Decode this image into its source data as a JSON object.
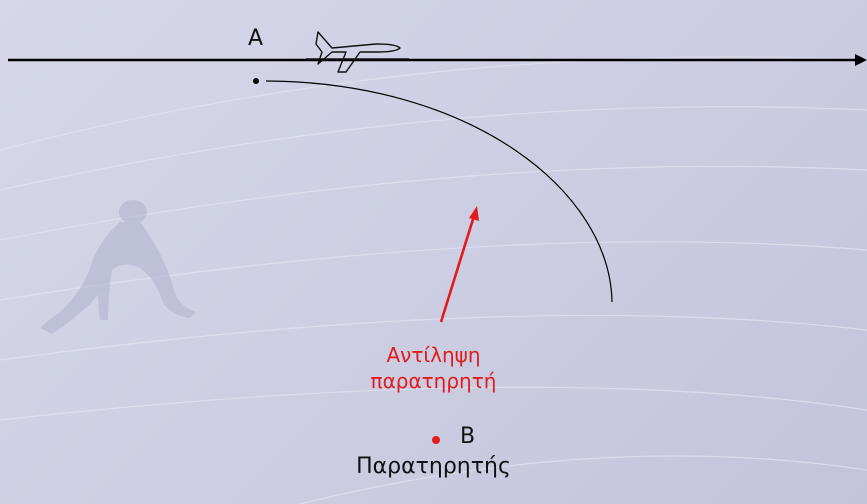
{
  "labels": {
    "point_a": "A",
    "point_b": "B",
    "observer": "Παρατηρητής",
    "perception_line1": "Αντίληψη",
    "perception_line2": "παρατηρητή"
  },
  "icons": {
    "airplane": "airplane-icon",
    "runner": "runner-silhouette"
  },
  "colors": {
    "background": "#cfd0e5",
    "line": "#000000",
    "accent": "#e21b1b"
  }
}
